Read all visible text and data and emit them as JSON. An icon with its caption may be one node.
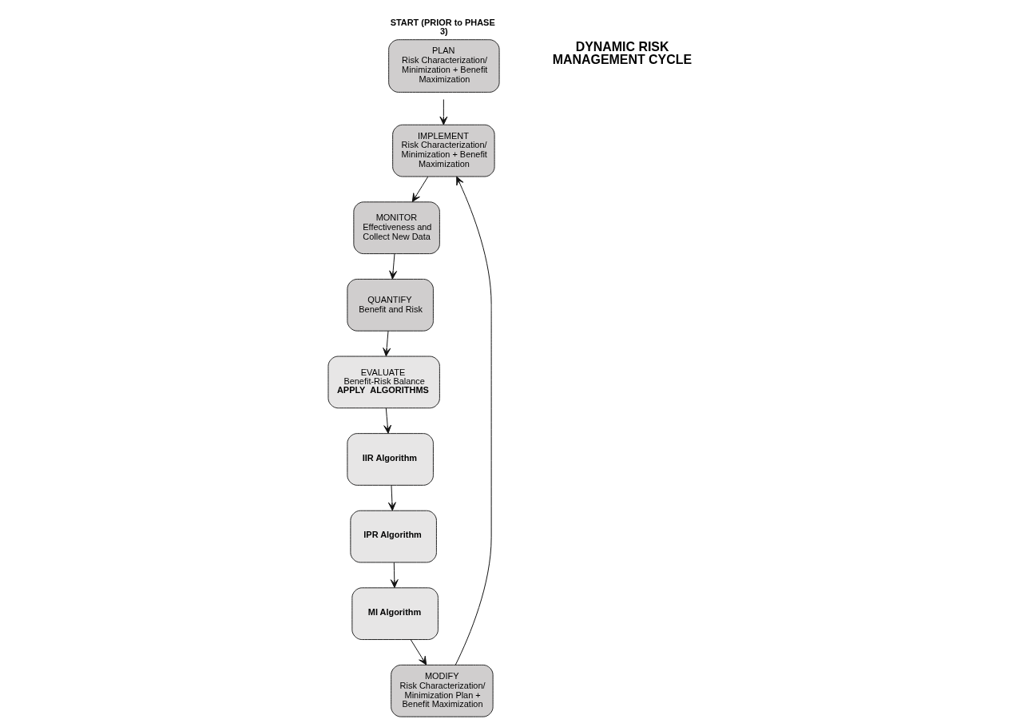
{
  "diagram": {
    "nodes": [
      {
        "text": [
          "START (PRIOR to PHASE 3)",
          "PLAN",
          "Risk Characterization/ Minimization + Benefit Maximization"
        ]
      },
      {
        "text": [
          "IMPLEMENT",
          "Risk Characterization/ Minimization + Benefit Maximization"
        ]
      },
      {
        "text": [
          "MONITOR",
          "Effectiveness and Collect New Data"
        ]
      },
      {
        "text": [
          "QUANTIFY",
          "Benefit and Risk"
        ]
      },
      {
        "text": [
          "EVALUATE",
          "Benefit-Risk Balance",
          "APPLY  ALGORITHMS"
        ]
      },
      {
        "text": [
          "IIR Algorithm"
        ]
      },
      {
        "text": [
          "IPR Algorithm"
        ]
      },
      {
        "text": [
          "MI Algorithm"
        ]
      },
      {
        "text": [
          "MODIFY",
          "Risk Characterization/ Minimization Plan + Benefit Maximization"
        ]
      }
    ],
    "edges": [
      {
        "from": 0,
        "to": 1,
        "arrow": "to"
      },
      {
        "from": 1,
        "to": 2,
        "arrow": "to"
      },
      {
        "from": 2,
        "to": 3,
        "arrow": "to"
      },
      {
        "from": 3,
        "to": 4,
        "arrow": "to"
      },
      {
        "from": 4,
        "to": 5,
        "arrow": "to"
      },
      {
        "from": 5,
        "to": 6,
        "arrow": "to"
      },
      {
        "from": 6,
        "to": 7,
        "arrow": "to"
      },
      {
        "from": 7,
        "to": 8,
        "arrow": "to"
      },
      {
        "from": 8,
        "to": 1,
        "arrow": "to"
      }
    ],
    "labels": [
      "DYNAMIC RISK MANAGEMENT CYCLE"
    ]
  }
}
